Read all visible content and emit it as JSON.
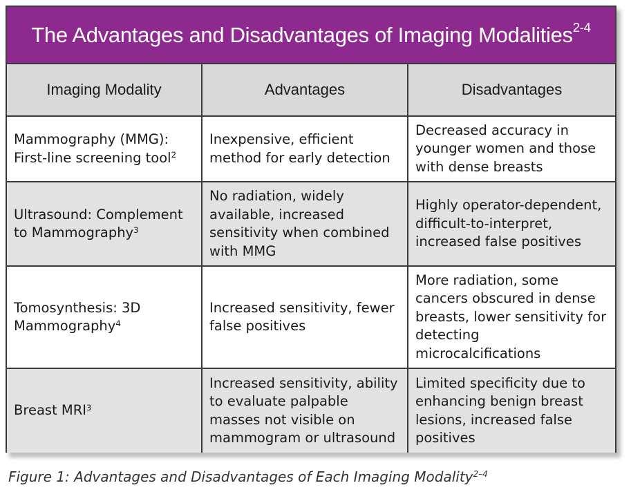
{
  "title": {
    "text": "The Advantages and Disadvantages of Imaging Modalities",
    "sup": "2-4"
  },
  "header": {
    "col1": "Imaging Modality",
    "col2": "Advantages",
    "col3": "Disadvantages"
  },
  "rows": [
    {
      "modality": "Mammography (MMG): First-line screening tool",
      "modality_sup": "2",
      "advantages": "Inexpensive, efficient method for early detection",
      "disadvantages": "Decreased accuracy in younger women and those with dense breasts"
    },
    {
      "modality": "Ultrasound: Complement to Mammography",
      "modality_sup": "3",
      "advantages": "No radiation, widely available, increased sensitivity when combined with MMG",
      "disadvantages": "Highly operator-dependent, difficult-to-interpret, increased false positives"
    },
    {
      "modality": "Tomosynthesis: 3D Mammography",
      "modality_sup": "4",
      "advantages": "Increased sensitivity, fewer false positives",
      "disadvantages": "More radiation, some cancers obscured in dense breasts, lower sensitivity for detecting microcalcifications"
    },
    {
      "modality": "Breast MRI",
      "modality_sup": "3",
      "advantages": "Increased sensitivity, ability to evaluate palpable masses not visible on mammogram or ultrasound",
      "disadvantages": "Limited specificity due to enhancing benign breast lesions, increased false positives"
    }
  ],
  "caption": {
    "text": "Figure 1: Advantages and Disadvantages of Each Imaging Modality",
    "sup": "2–4"
  },
  "colors": {
    "title_bg": "#8e2a8f",
    "header_bg": "#d9d9d9",
    "shaded_row_bg": "#e2e2e2",
    "border": "#3a3a3a"
  }
}
